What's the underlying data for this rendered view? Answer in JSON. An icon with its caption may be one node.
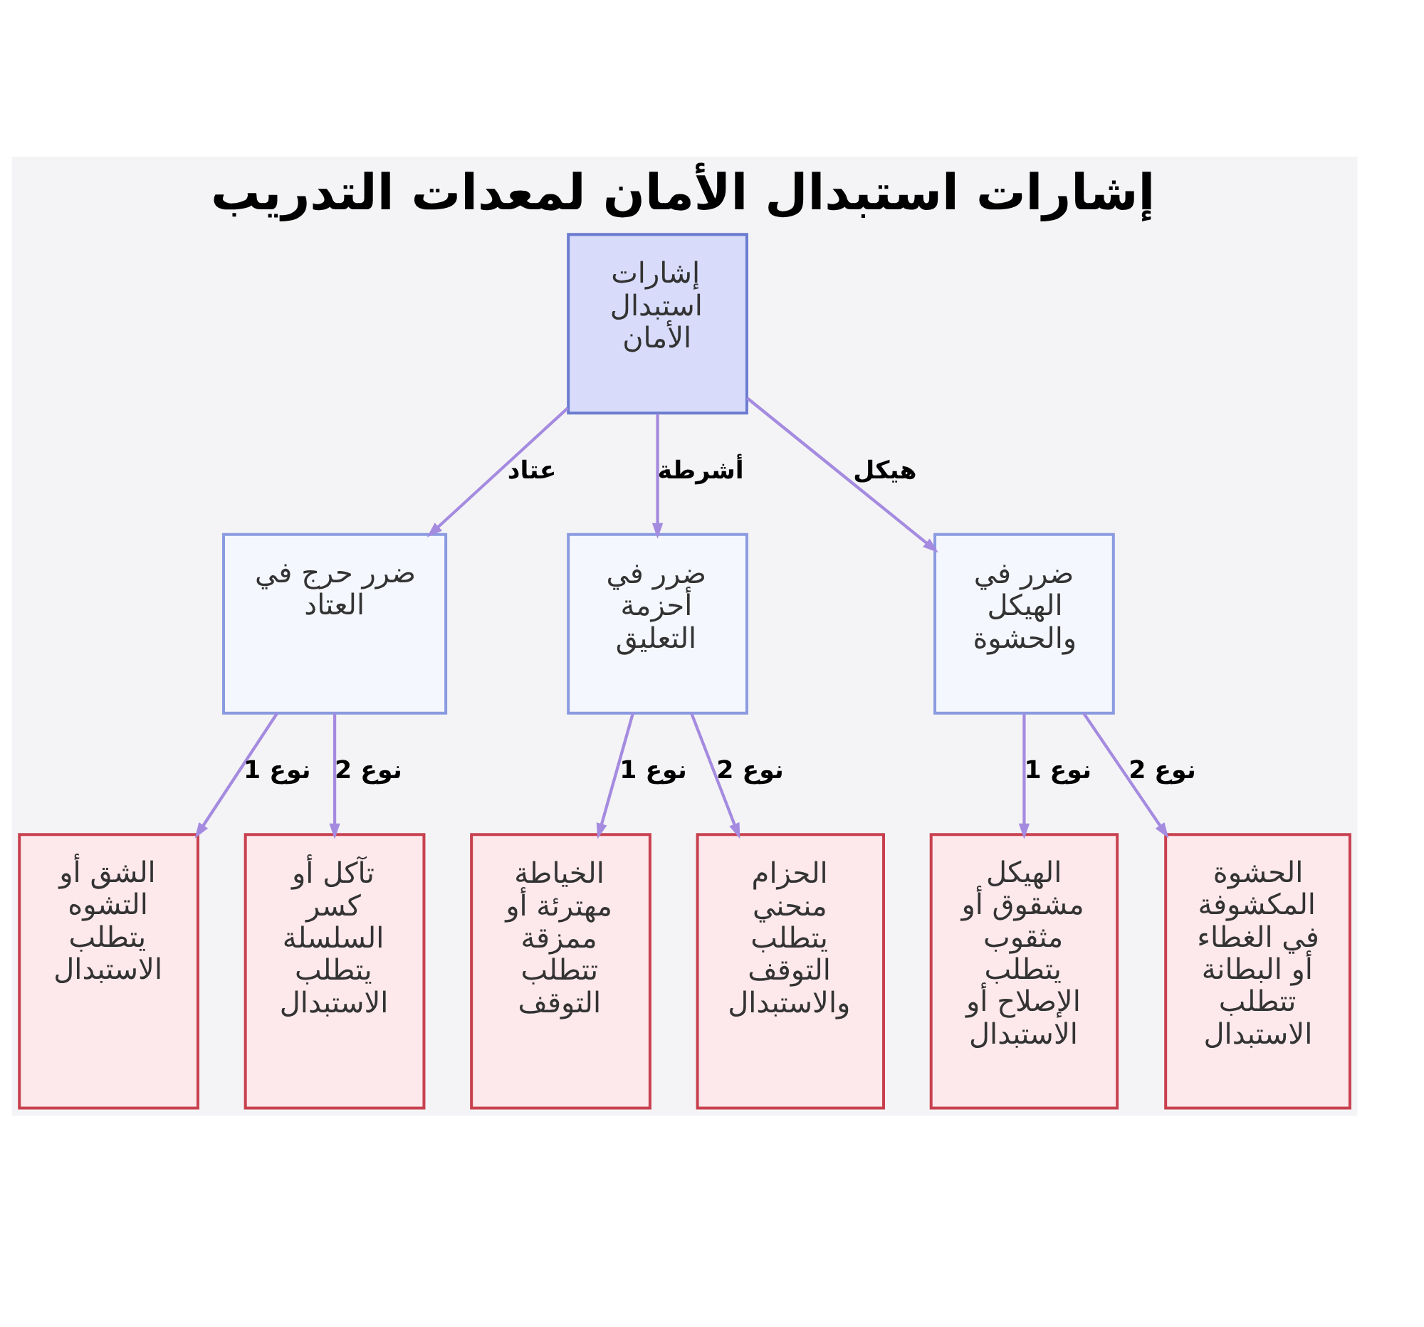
{
  "diagram": {
    "title": "إشارات استبدال الأمان لمعدات التدريب",
    "nodes": [
      {
        "text": [
          "إشارات استبدال الأمان"
        ]
      },
      {
        "text": [
          "ضرر حرج في العتاد"
        ]
      },
      {
        "text": [
          "ضرر في أحزمة التعليق"
        ]
      },
      {
        "text": [
          "ضرر في الهيكل والحشوة"
        ]
      },
      {
        "text": [
          "الشق أو التشوه يتطلب الاستبدال"
        ]
      },
      {
        "text": [
          "تآكل أو كسر السلسلة يتطلب الاستبدال"
        ]
      },
      {
        "text": [
          "الخياطة مهترئة أو ممزقة تتطلب التوقف"
        ]
      },
      {
        "text": [
          "الحزام منحني يتطلب التوقف والاستبدال"
        ]
      },
      {
        "text": [
          "الهيكل مشقوق أو مثقوب يتطلب الإصلاح أو الاستبدال"
        ]
      },
      {
        "text": [
          "الحشوة المكشوفة في الغطاء أو البطانة تتطلب الاستبدال"
        ]
      }
    ],
    "edges": [
      {
        "from": 0,
        "to": 1,
        "arrow": "to",
        "label": "عتاد"
      },
      {
        "from": 0,
        "to": 2,
        "arrow": "to",
        "label": "أشرطة"
      },
      {
        "from": 0,
        "to": 3,
        "arrow": "to",
        "label": "هيكل"
      },
      {
        "from": 1,
        "to": 4,
        "arrow": "to",
        "label": "نوع 1"
      },
      {
        "from": 1,
        "to": 5,
        "arrow": "to",
        "label": "نوع 2"
      },
      {
        "from": 2,
        "to": 6,
        "arrow": "to",
        "label": "نوع 1"
      },
      {
        "from": 2,
        "to": 7,
        "arrow": "to",
        "label": "نوع 2"
      },
      {
        "from": 3,
        "to": 8,
        "arrow": "to",
        "label": "نوع 1"
      },
      {
        "from": 3,
        "to": 9,
        "arrow": "to",
        "label": "نوع 2"
      }
    ]
  }
}
